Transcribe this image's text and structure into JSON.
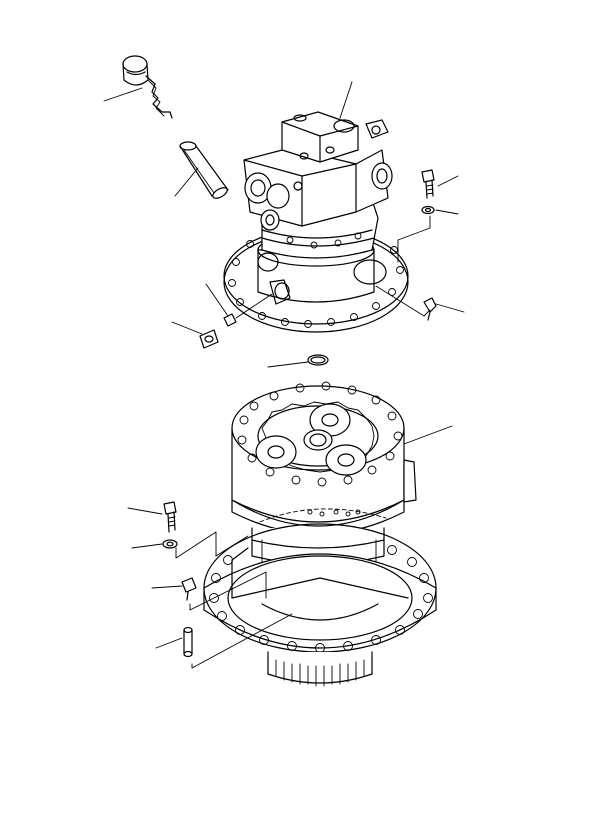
{
  "diagram": {
    "style": "exploded parts drawing, black line art on white",
    "colors": {
      "line": "#000000",
      "background": "#ffffff"
    },
    "parts": [
      {
        "name": "level-gauge"
      },
      {
        "name": "dipstick-pipe"
      },
      {
        "name": "swing-motor"
      },
      {
        "name": "motor-mounting-bolt"
      },
      {
        "name": "motor-bolt-washer"
      },
      {
        "name": "pin-clip"
      },
      {
        "name": "drain-plug"
      },
      {
        "name": "plug-gasket"
      },
      {
        "name": "o-ring"
      },
      {
        "name": "swing-machinery-case"
      },
      {
        "name": "case-mounting-bolt"
      },
      {
        "name": "case-bolt-washer"
      },
      {
        "name": "case-plug"
      },
      {
        "name": "dowel-pin"
      },
      {
        "name": "swing-pinion-base"
      }
    ]
  }
}
